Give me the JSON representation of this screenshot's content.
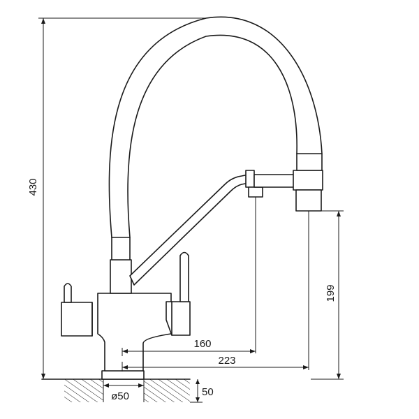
{
  "dimensions": {
    "total_height": "430",
    "spout_height": "199",
    "reach_filtered": "160",
    "reach_main": "223",
    "hole_diameter": "ø50",
    "base_height": "50"
  },
  "colors": {
    "stroke": "#1a1a1a",
    "background": "#ffffff"
  }
}
